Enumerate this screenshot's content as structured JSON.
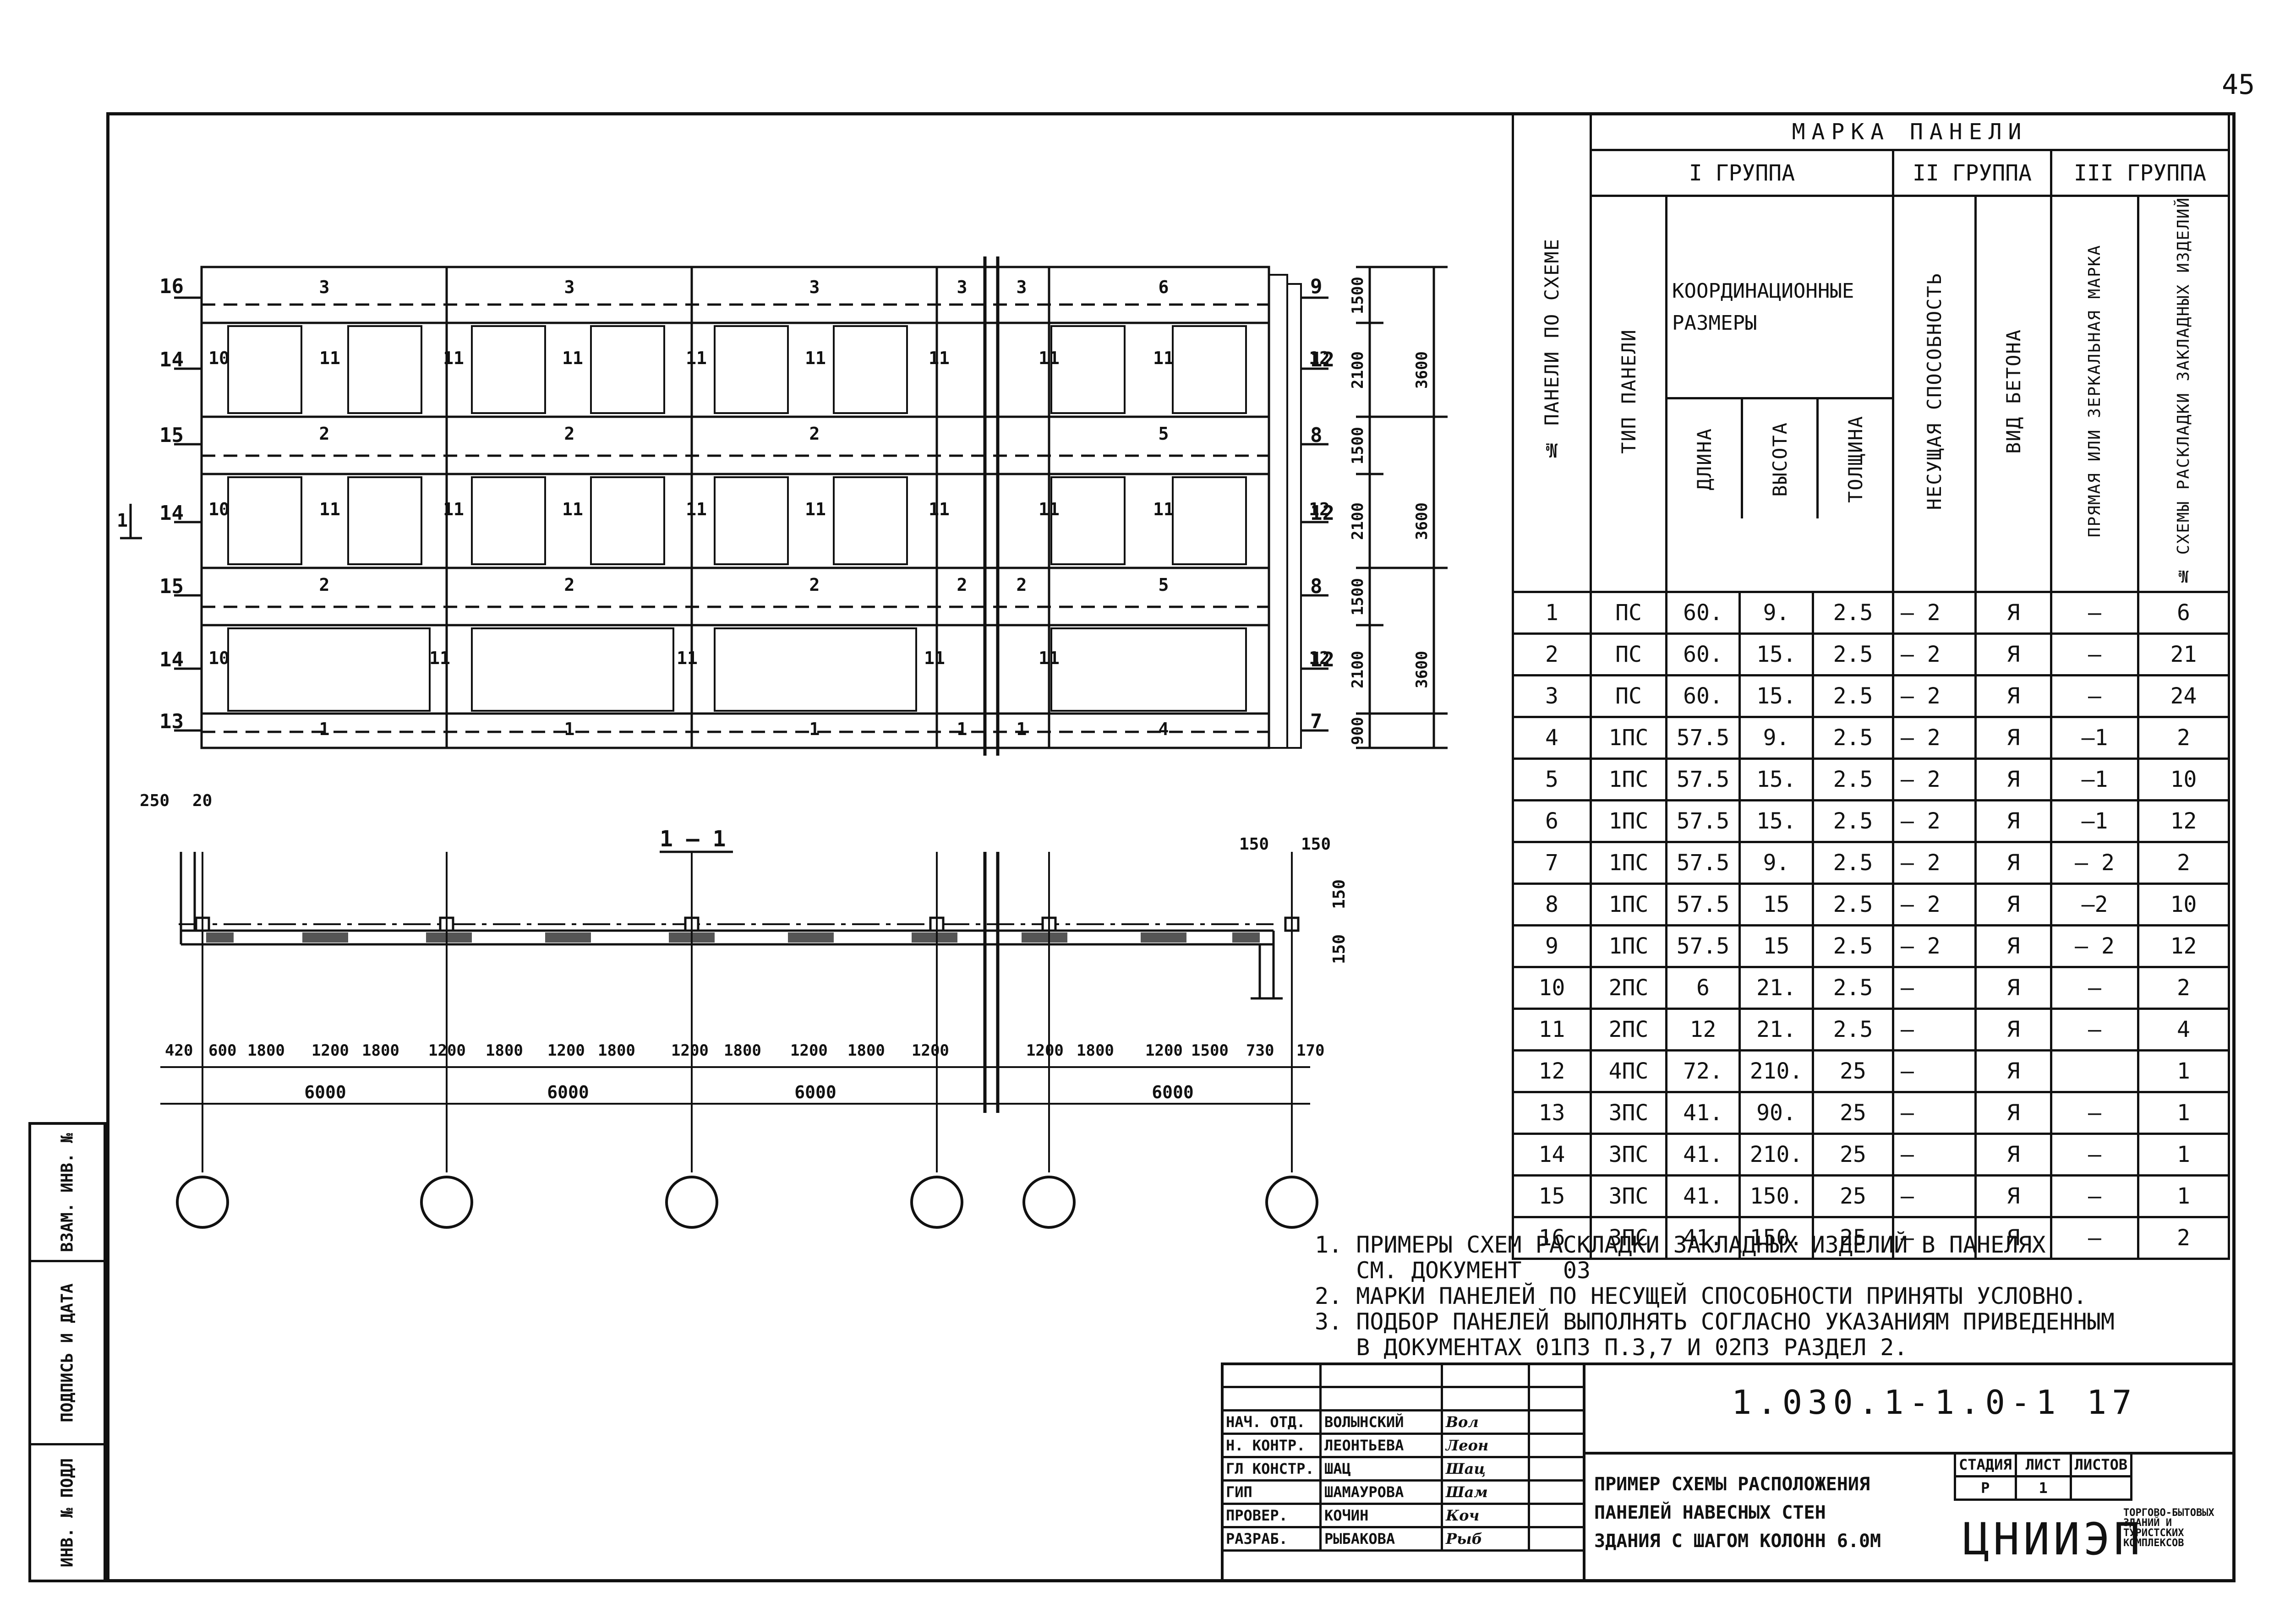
{
  "sheet_number": "45",
  "elevation": {
    "floor_marks": [
      "16",
      "14",
      "15",
      "14",
      "15",
      "14",
      "13"
    ],
    "right_marks": [
      "9",
      "12",
      "8",
      "12",
      "8",
      "12",
      "7"
    ],
    "row_panels": [
      [
        "3",
        "3",
        "3",
        "3",
        "3",
        "6"
      ],
      [
        "10",
        "11",
        "11",
        "11",
        "11",
        "11",
        "11",
        "11",
        "11",
        "11",
        "12"
      ],
      [
        "2",
        "2",
        "2",
        "5"
      ],
      [
        "10",
        "11",
        "11",
        "11",
        "11",
        "11",
        "11",
        "11",
        "11",
        "11",
        "12"
      ],
      [
        "2",
        "2",
        "2",
        "2",
        "2",
        "5"
      ],
      [
        "10",
        "11",
        "11",
        "11",
        "11",
        "12"
      ],
      [
        "1",
        "1",
        "1",
        "1",
        "1",
        "4"
      ]
    ],
    "left_dims": [
      "1500",
      "2100",
      "1500",
      "2100",
      "1500",
      "2100",
      "900"
    ],
    "story_dims": [
      "3600",
      "3600",
      "3600"
    ],
    "section_mark": "1",
    "break_mark": "1"
  },
  "plan": {
    "section_label": "1 — 1",
    "corner_dims": [
      "250",
      "20"
    ],
    "right_dims": [
      "150",
      "150",
      "150",
      "150"
    ],
    "detail_dims": [
      "420",
      "600",
      "1800",
      "1200",
      "1800",
      "1200",
      "1800",
      "1200",
      "1800",
      "1200",
      "1800",
      "1200",
      "1800",
      "1200",
      "1200",
      "1800",
      "1200",
      "1500",
      "730",
      "170"
    ],
    "span_dims": [
      "6000",
      "6000",
      "6000",
      "6000"
    ]
  },
  "marks_table": {
    "header_top": "МАРКА   ПАНЕЛИ",
    "col_panel_no": "№ ПАНЕЛИ ПО СХЕМЕ",
    "group1": "I  ГРУППА",
    "group2": "II  ГРУППА",
    "group3": "III  ГРУППА",
    "col_type": "ТИП ПАНЕЛИ",
    "col_coord": "КООРДИНАЦИОННЫЕ РАЗМЕРЫ",
    "col_length": "ДЛИНА",
    "col_height": "ВЫСОТА",
    "col_thickness": "ТОЛЩИНА",
    "col_capacity": "НЕСУЩАЯ СПОСОБНОСТЬ",
    "col_concrete": "ВИД БЕТОНА",
    "col_mirror": "ПРЯМАЯ ИЛИ ЗЕРКАЛЬНАЯ МАРКА",
    "col_scheme": "№ СХЕМЫ РАСКЛАДКИ ЗАКЛАДНЫХ ИЗДЕЛИЙ",
    "rows": [
      [
        "1",
        "ПС",
        "60.",
        "9.",
        "2.5",
        "— 2",
        "Я",
        "—",
        "6"
      ],
      [
        "2",
        "ПС",
        "60.",
        "15.",
        "2.5",
        "— 2",
        "Я",
        "—",
        "21"
      ],
      [
        "3",
        "ПС",
        "60.",
        "15.",
        "2.5",
        "— 2",
        "Я",
        "—",
        "24"
      ],
      [
        "4",
        "1ПС",
        "57.5",
        "9.",
        "2.5",
        "— 2",
        "Я",
        "—1",
        "2"
      ],
      [
        "5",
        "1ПС",
        "57.5",
        "15.",
        "2.5",
        "— 2",
        "Я",
        "—1",
        "10"
      ],
      [
        "6",
        "1ПС",
        "57.5",
        "15.",
        "2.5",
        "— 2",
        "Я",
        "—1",
        "12"
      ],
      [
        "7",
        "1ПС",
        "57.5",
        "9.",
        "2.5",
        "— 2",
        "Я",
        "— 2",
        "2"
      ],
      [
        "8",
        "1ПС",
        "57.5",
        "15",
        "2.5",
        "— 2",
        "Я",
        "—2",
        "10"
      ],
      [
        "9",
        "1ПС",
        "57.5",
        "15",
        "2.5",
        "— 2",
        "Я",
        "— 2",
        "12"
      ],
      [
        "10",
        "2ПС",
        "6",
        "21.",
        "2.5",
        "—",
        "Я",
        "—",
        "2"
      ],
      [
        "11",
        "2ПС",
        "12",
        "21.",
        "2.5",
        "—",
        "Я",
        "—",
        "4"
      ],
      [
        "12",
        "4ПС",
        "72.",
        "210.",
        "25",
        "—",
        "Я",
        "",
        "1"
      ],
      [
        "13",
        "3ПС",
        "41.",
        "90.",
        "25",
        "—",
        "Я",
        "—",
        "1"
      ],
      [
        "14",
        "3ПС",
        "41.",
        "210.",
        "25",
        "—",
        "Я",
        "—",
        "1"
      ],
      [
        "15",
        "3ПС",
        "41.",
        "150.",
        "25",
        "—",
        "Я",
        "—",
        "1"
      ],
      [
        "16",
        "3ПС",
        "41.",
        "150.",
        "25",
        "—",
        "Я",
        "—",
        "2"
      ]
    ]
  },
  "notes": [
    "1. ПРИМЕРЫ СХЕМ РАСКЛАДКИ ЗАКЛАДНЫХ ИЗДЕЛИЙ В ПАНЕЛЯХ",
    "   СМ. ДОКУМЕНТ   03",
    "2. МАРКИ ПАНЕЛЕЙ ПО НЕСУЩЕЙ СПОСОБНОСТИ ПРИНЯТЫ УСЛОВНО.",
    "3. ПОДБОР ПАНЕЛЕЙ ВЫПОЛНЯТЬ СОГЛАСНО УКАЗАНИЯМ ПРИВЕДЕННЫМ",
    "   В ДОКУМЕНТАХ 01ПЗ П.3,7 И 02ПЗ РАЗДЕЛ 2."
  ],
  "title_block": {
    "signers": [
      {
        "role": "НАЧ. ОТД.",
        "name": "ВОЛЫНСКИЙ",
        "sig": "Вол"
      },
      {
        "role": "Н. КОНТР.",
        "name": "ЛЕОНТЬЕВА",
        "sig": "Леон"
      },
      {
        "role": "ГЛ КОНСТР.",
        "name": "ШАЦ",
        "sig": "Шац"
      },
      {
        "role": "ГИП",
        "name": "ШАМАУРОВА",
        "sig": "Шам"
      },
      {
        "role": "ПРОВЕР.",
        "name": "КОЧИН",
        "sig": "Коч"
      },
      {
        "role": "РАЗРАБ.",
        "name": "РЫБАКОВА",
        "sig": "Рыб"
      }
    ],
    "code": "1.030.1-1.0-1   17",
    "description": [
      "ПРИМЕР СХЕМЫ РАСПОЛОЖЕНИЯ",
      "ПАНЕЛЕЙ НАВЕСНЫХ СТЕН",
      "ЗДАНИЯ С ШАГОМ КОЛОНН 6.0М"
    ],
    "stage_label": "СТАДИЯ",
    "sheet_label": "ЛИСТ",
    "sheets_label": "ЛИСТОВ",
    "stage": "Р",
    "sheet": "1",
    "org": "ЦНИИЭП",
    "org_sub": "ТОРГОВО-БЫТОВЫХ ЗДАНИЙ И ТУРИСТСКИХ КОМПЛЕКСОВ"
  },
  "left_strip": [
    "ИНВ. № ПОДЛ",
    "ПОДПИСЬ И ДАТА",
    "ВЗАМ. ИНВ. №"
  ]
}
